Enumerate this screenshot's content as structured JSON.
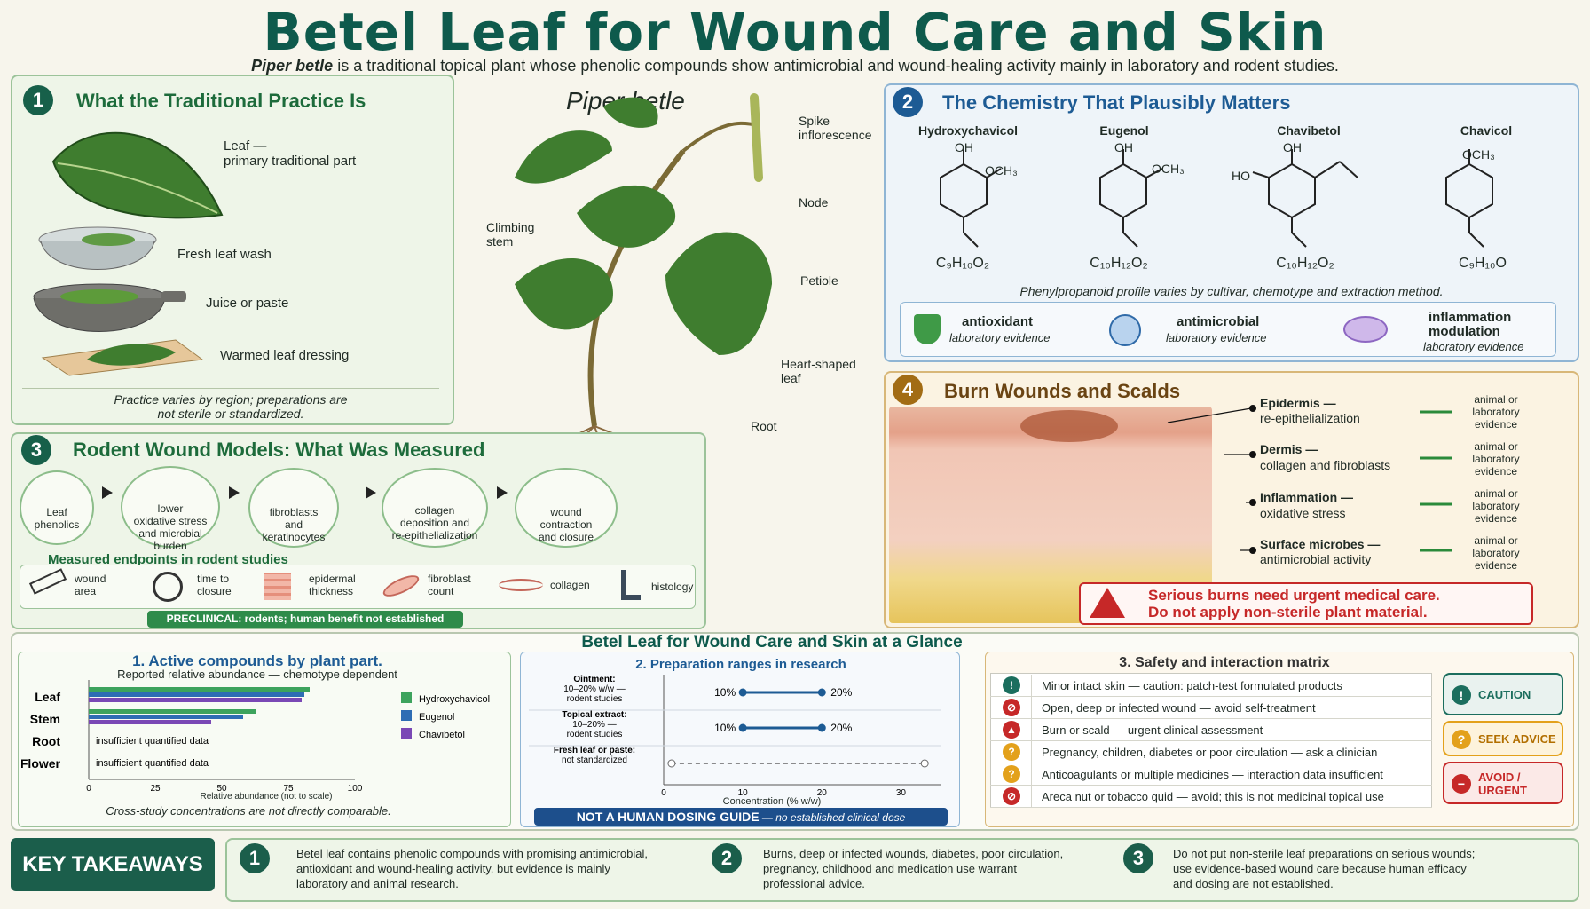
{
  "title": "Betel Leaf for Wound Care and Skin",
  "subtitle_italic": "Piper betle",
  "subtitle_rest": " is a traditional topical plant whose phenolic compounds show antimicrobial and wound-healing activity mainly in laboratory and rodent studies.",
  "s1": {
    "num": "1",
    "title": "What the Traditional Practice Is",
    "items": [
      "Leaf —\nprimary traditional part",
      "Fresh leaf wash",
      "Juice or paste",
      "Warmed leaf dressing"
    ],
    "note": "Practice varies by region; preparations are\nnot sterile or standardized."
  },
  "plant": {
    "name": "Piper betle",
    "labels": [
      "Spike\ninflorescence",
      "Node",
      "Climbing\nstem",
      "Petiole",
      "Heart-shaped\nleaf",
      "Root"
    ]
  },
  "s2": {
    "num": "2",
    "title": "The Chemistry That Plausibly Matters",
    "compounds": [
      {
        "name": "Hydroxychavicol",
        "formula": "C₉H₁₀O₂"
      },
      {
        "name": "Eugenol",
        "formula": "C₁₀H₁₂O₂"
      },
      {
        "name": "Chavibetol",
        "formula": "C₁₀H₁₂O₂"
      },
      {
        "name": "Chavicol",
        "formula": "C₉H₁₀O"
      }
    ],
    "atom_labels": {
      "oh": "OH",
      "och3": "OCH₃",
      "ho": "HO"
    },
    "note": "Phenylpropanoid profile varies by cultivar, chemotype and extraction method.",
    "activities": [
      {
        "label": "antioxidant",
        "sub": "laboratory evidence"
      },
      {
        "label": "antimicrobial",
        "sub": "laboratory evidence"
      },
      {
        "label": "inflammation\nmodulation",
        "sub": "laboratory evidence"
      }
    ]
  },
  "s3": {
    "num": "3",
    "title": "Rodent Wound Models: What Was Measured",
    "steps": [
      "Leaf\nphenolics",
      "lower\noxidative stress\nand microbial\nburden",
      "fibroblasts\nand\nkeratinocytes",
      "collagen\ndeposition and\nre-epithelialization",
      "wound\ncontraction\nand closure"
    ],
    "endpoints_title": "Measured endpoints in rodent studies",
    "endpoints": [
      "wound\narea",
      "time to\nclosure",
      "epidermal\nthickness",
      "fibroblast\ncount",
      "collagen",
      "histology"
    ],
    "preclinical": "PRECLINICAL: rodents; human benefit not established"
  },
  "s4": {
    "num": "4",
    "title": "Burn Wounds and Scalds",
    "layers": [
      {
        "label": "Epidermis —",
        "sub": "re-epithelialization",
        "evidence": "animal or\nlaboratory\nevidence"
      },
      {
        "label": "Dermis —",
        "sub": "collagen and fibroblasts",
        "evidence": "animal or\nlaboratory\nevidence"
      },
      {
        "label": "Inflammation —",
        "sub": "oxidative stress",
        "evidence": "animal or\nlaboratory\nevidence"
      },
      {
        "label": "Surface microbes —",
        "sub": "antimicrobial activity",
        "evidence": "animal or\nlaboratory\nevidence"
      }
    ],
    "warning": "Serious burns need urgent medical care.\nDo not apply non-sterile plant material."
  },
  "glance": {
    "title": "Betel Leaf for Wound Care and Skin at a Glance",
    "chart1": {
      "title": "1. Active compounds by plant part.",
      "subtitle": "Reported relative abundance — chemotype dependent",
      "xlabel": "Relative abundance (not to scale)",
      "note": "Cross-study concentrations are not directly comparable.",
      "insufficient": "insufficient quantified data"
    },
    "chart2": {
      "title": "2. Preparation ranges in research",
      "xlabel": "Concentration (% w/w)",
      "footer": "NOT A HUMAN DOSING GUIDE",
      "footer_sub": " — no established clinical dose"
    },
    "chart3": {
      "title": "3. Safety and interaction matrix",
      "rows": [
        "Minor intact skin — caution: patch-test formulated products",
        "Open, deep or infected wound — avoid self-treatment",
        "Burn or scald — urgent clinical assessment",
        "Pregnancy, children, diabetes or poor circulation — ask a clinician",
        "Anticoagulants or multiple medicines — interaction data insufficient",
        "Areca nut or tobacco quid — avoid; this is not medicinal topical use"
      ],
      "legend": [
        "CAUTION",
        "SEEK ADVICE",
        "AVOID /\nURGENT"
      ],
      "colors": {
        "caution": "#1b6e5e",
        "advice": "#e3a11b",
        "avoid": "#c62828"
      }
    }
  },
  "takeaways": {
    "label": "KEY TAKEAWAYS",
    "items": [
      {
        "num": "1",
        "text": "Betel leaf contains phenolic compounds with promising antimicrobial,\nantioxidant and wound-healing activity, but evidence is mainly\nlaboratory and animal research."
      },
      {
        "num": "2",
        "text": "Burns, deep or infected wounds, diabetes, poor circulation,\npregnancy, childhood and medication use warrant\nprofessional advice."
      },
      {
        "num": "3",
        "text": "Do not put non-sterile leaf preparations on serious wounds;\nuse evidence-based wound care because human efficacy\nand dosing are not established."
      }
    ]
  },
  "chart_data": [
    {
      "type": "bar",
      "title": "1. Active compounds by plant part.",
      "subtitle": "Reported relative abundance — chemotype dependent",
      "xlabel": "Relative abundance (not to scale)",
      "categories": [
        "Leaf",
        "Stem",
        "Root",
        "Flower"
      ],
      "series": [
        {
          "name": "Hydroxychavicol",
          "values": [
            83,
            63,
            null,
            null
          ],
          "color": "#3da35d"
        },
        {
          "name": "Eugenol",
          "values": [
            81,
            58,
            null,
            null
          ],
          "color": "#2e6db4"
        },
        {
          "name": "Chavibetol",
          "values": [
            80,
            46,
            null,
            null
          ],
          "color": "#7a48b5"
        }
      ],
      "xlim": [
        0,
        100
      ],
      "xticks": [
        0,
        25,
        50,
        75,
        100
      ]
    },
    {
      "type": "range",
      "title": "2. Preparation ranges in research",
      "xlabel": "Concentration (% w/w)",
      "categories": [
        "Ointment:\n10–20% w/w —\nrodent studies",
        "Topical extract:\n10–20% —\nrodent studies",
        "Fresh leaf or paste:\nnot standardized"
      ],
      "ranges": [
        {
          "low": 10,
          "high": 20,
          "low_label": "10%",
          "high_label": "20%",
          "style": "solid"
        },
        {
          "low": 10,
          "high": 20,
          "low_label": "10%",
          "high_label": "20%",
          "style": "solid"
        },
        {
          "low": 1,
          "high": 33,
          "low_label": "",
          "high_label": "",
          "style": "dashed"
        }
      ],
      "xticks": [
        0,
        10,
        20,
        30
      ],
      "xlim": [
        0,
        35
      ]
    }
  ]
}
